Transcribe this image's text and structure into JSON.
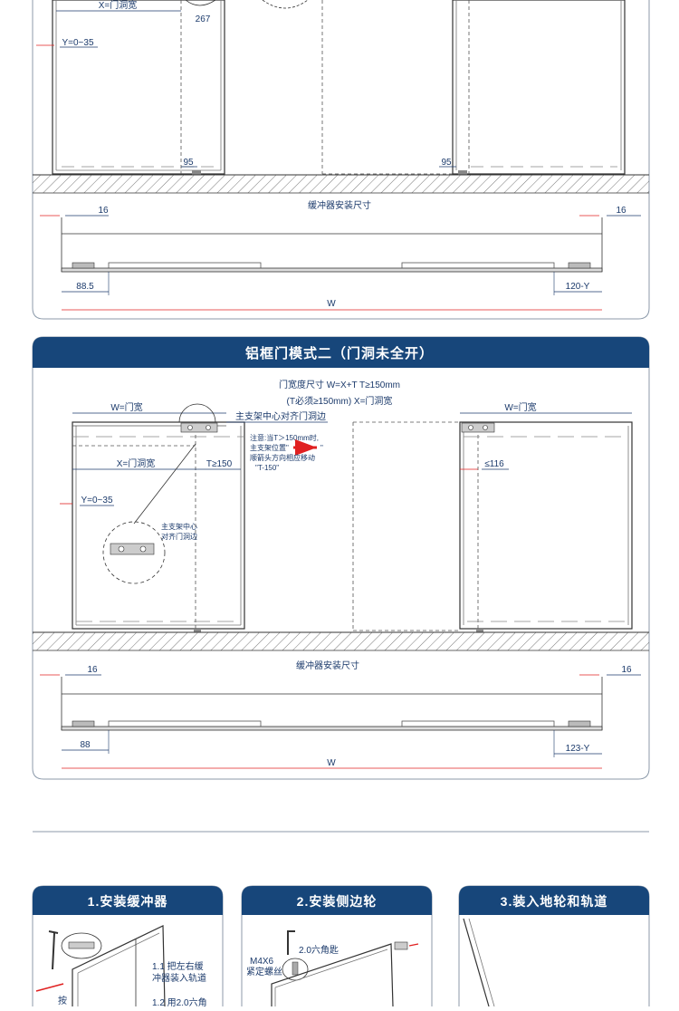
{
  "section1": {
    "x_label": "X=门洞宽",
    "dim_267": "267",
    "y_label": "Y=0~35",
    "dim_95_left": "95",
    "dim_95_right": "95",
    "buffer_title": "缓冲器安装尺寸",
    "dim_16_left": "16",
    "dim_16_right": "16",
    "dim_left_bottom": "88.5",
    "dim_right_bottom": "120-Y",
    "dim_w": "W"
  },
  "section2": {
    "title": "铝框门模式二（门洞未全开）",
    "formula_line1": "门宽度尺寸 W=X+T T≥150mm",
    "formula_line2": "(T必须≥150mm)  X=门洞宽",
    "w_label_left": "W=门宽",
    "w_label_right": "W=门宽",
    "bracket_note": "主支架中心对齐门洞边",
    "notice_lines": [
      "注意:当T＞150mm时,",
      "主支架位置\"",
      "顺箭头方向相应移动",
      "\"T-150\""
    ],
    "notice_quote": "\"",
    "x_label": "X=门洞宽",
    "t_label": "T≥150",
    "dim_116": "≤116",
    "y_label": "Y=0~35",
    "callout_line1": "主支架中心",
    "callout_line2": "对齐门洞边",
    "buffer_title": "缓冲器安装尺寸",
    "dim_16_left": "16",
    "dim_16_right": "16",
    "dim_left_bottom": "88",
    "dim_right_bottom": "123-Y",
    "dim_w": "W"
  },
  "steps": [
    {
      "title": "1.安装缓冲器",
      "lines": [
        "1.1 把左右缓",
        "冲器装入轨道",
        "1.2 用2.0六角"
      ],
      "side_label": "按"
    },
    {
      "title": "2.安装侧边轮",
      "screw_line1": "M4X6",
      "screw_line2": "紧定螺丝",
      "wrench_label": "2.0六角匙"
    },
    {
      "title": "3.装入地轮和轨道"
    }
  ],
  "colors": {
    "navy": "#17467a",
    "line": "#1b3a6b",
    "accent_red": "#e02020"
  }
}
